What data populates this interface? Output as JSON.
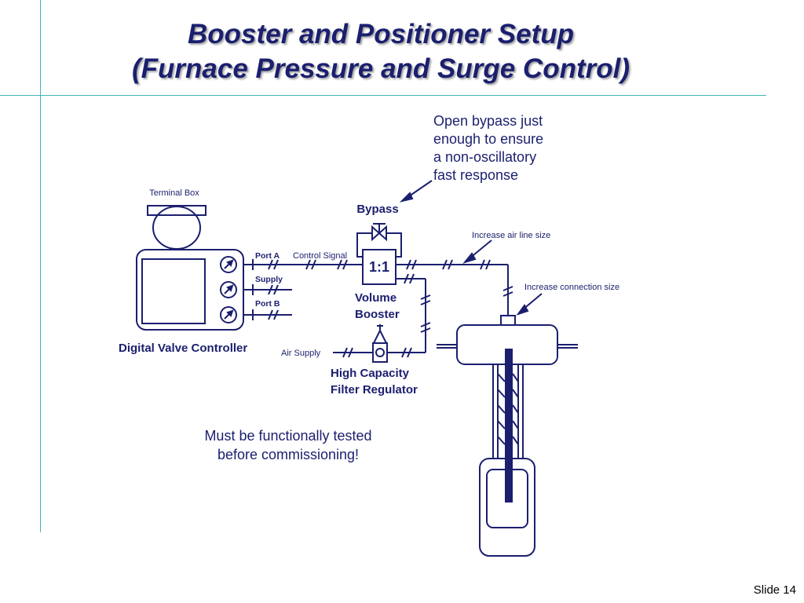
{
  "title": {
    "line1": "Booster and Positioner Setup",
    "line2": "(Furnace Pressure and Surge Control)"
  },
  "notes": {
    "bypass_note": [
      "Open bypass just",
      "enough to ensure",
      "a non-oscillatory",
      "fast response"
    ],
    "test_note": [
      "Must be functionally tested",
      "before commissioning!"
    ]
  },
  "labels": {
    "terminal_box": "Terminal Box",
    "bypass": "Bypass",
    "ratio": "1:1",
    "volume_booster": [
      "Volume",
      "Booster"
    ],
    "port_a": "Port A",
    "supply": "Supply",
    "port_b": "Port B",
    "control_signal": "Control Signal",
    "increase_air_line": "Increase air line size",
    "increase_connection": "Increase connection size",
    "dvc": "Digital Valve Controller",
    "air_supply": "Air Supply",
    "filter_regulator": [
      "High Capacity",
      "Filter Regulator"
    ]
  },
  "colors": {
    "ink": "#1b1f6e",
    "rule": "#3fb8b0",
    "stem": "#1b1f6e"
  },
  "footer": {
    "slide": "Slide 14"
  }
}
